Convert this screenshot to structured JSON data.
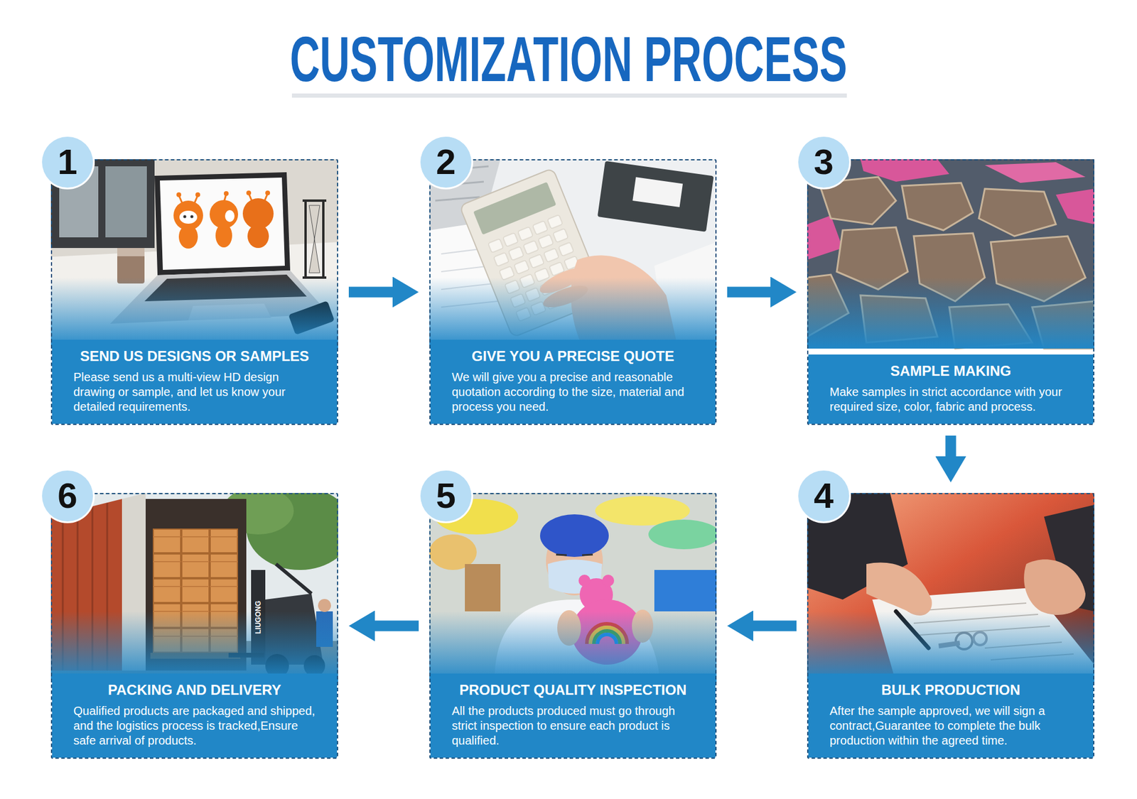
{
  "diagram": {
    "title": "CUSTOMIZATION PROCESS",
    "nodes": [
      {
        "text": [
          "1"
        ]
      },
      {
        "text": [
          "SEND US DESIGNS OR SAMPLES",
          "Please send us a multi-view HD design drawing or sample, and let us know your detailed requirements."
        ]
      },
      {
        "text": [
          "2"
        ]
      },
      {
        "text": [
          "GIVE YOU A PRECISE QUOTE",
          "We will give you a precise and reasonable quotation according to the size, material and process you need."
        ]
      },
      {
        "text": [
          "3"
        ]
      },
      {
        "text": [
          "SAMPLE MAKING",
          "Make samples in strict accordance with your required size, color, fabric and process."
        ]
      },
      {
        "text": [
          "4"
        ]
      },
      {
        "text": [
          "BULK PRODUCTION",
          "After the sample approved, we will sign a contract,Guarantee to complete the bulk production within the agreed time."
        ]
      },
      {
        "text": [
          "5"
        ]
      },
      {
        "text": [
          "PRODUCT QUALITY INSPECTION",
          "All the products produced must go through strict inspection to ensure each product is qualified."
        ]
      },
      {
        "text": [
          "6"
        ]
      },
      {
        "text": [
          "PACKING AND DELIVERY",
          "Qualified products are packaged and shipped, and the logistics process is tracked,Ensure safe arrival of products."
        ]
      }
    ],
    "edges": [
      {
        "from": 1,
        "to": 3,
        "arrow": "to"
      },
      {
        "from": 3,
        "to": 5,
        "arrow": "to"
      },
      {
        "from": 5,
        "to": 7,
        "arrow": "to"
      },
      {
        "from": 7,
        "to": 9,
        "arrow": "to"
      },
      {
        "from": 9,
        "to": 11,
        "arrow": "to"
      }
    ],
    "labels": [
      "LIUGONG"
    ]
  }
}
